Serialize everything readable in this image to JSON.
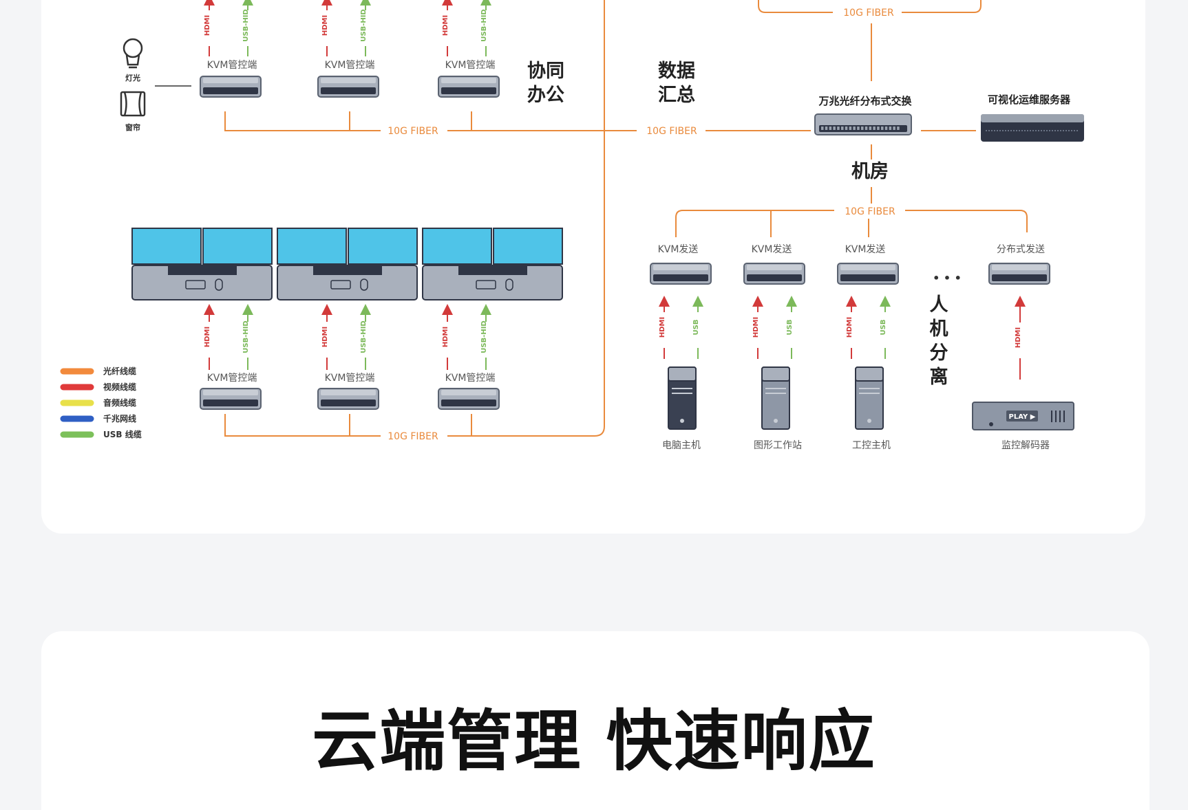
{
  "diagram": {
    "zone_labels": {
      "office_line1": "协同",
      "office_line2": "办公",
      "aggregate_line1": "数据",
      "aggregate_line2": "汇总",
      "server_room": "机房",
      "separation": [
        "人",
        "机",
        "分",
        "离"
      ]
    },
    "fiber_label": "10G FIBER",
    "kvm_console": "KVM管控端",
    "kvm_sender": "KVM发送",
    "distributed_sender": "分布式发送",
    "switch": "万兆光纤分布式交换",
    "ops_server": "可视化运维服务器",
    "light": "灯光",
    "curtain": "窗帘",
    "hdmi": "HDMI",
    "usb_hid": "USB-HID",
    "usb": "USB",
    "sources": [
      "电脑主机",
      "图形工作站",
      "工控主机",
      "监控解码器"
    ],
    "play_label": "PLAY ▶",
    "ellipsis": "• • •",
    "legend": [
      {
        "label": "光纤线缆",
        "color": "#f28a3c"
      },
      {
        "label": "视频线缆",
        "color": "#e03a3a"
      },
      {
        "label": "音频线缆",
        "color": "#e8e04a"
      },
      {
        "label": "千兆网线",
        "color": "#2f5fc4"
      },
      {
        "label": "USB 线缆",
        "color": "#7cc05a"
      }
    ],
    "colors": {
      "fiber": "#e98a3c",
      "hdmi": "#d23a3a",
      "usb": "#7cb95a",
      "screen": "#4fc4e8"
    }
  },
  "headline": "云端管理 快速响应"
}
